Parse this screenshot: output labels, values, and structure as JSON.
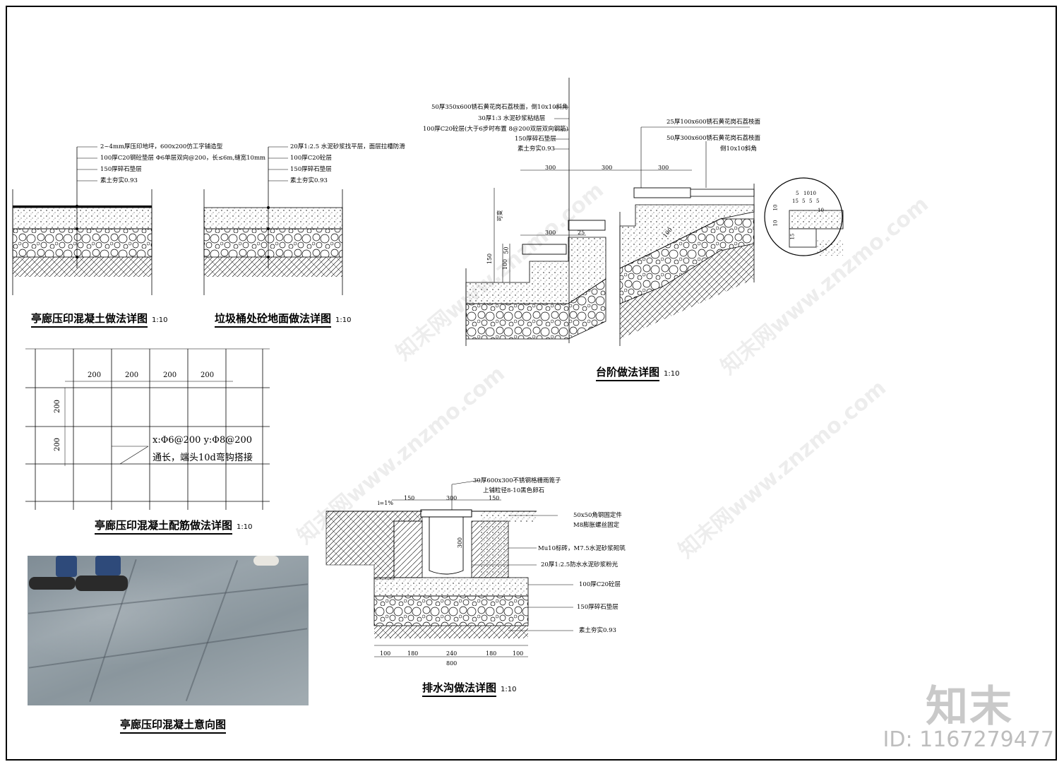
{
  "titles": {
    "stamped_concrete": "亭廊压印混凝土做法详图",
    "bin_area": "垃圾桶处砼地面做法详图",
    "steps": "台阶做法详图",
    "rebar": "亭廊压印混凝土配筋做法详图",
    "photo": "亭廊压印混凝土意向图",
    "drain": "排水沟做法详图",
    "scale": "1:10"
  },
  "notes": {
    "stamped": [
      "2~4mm厚压印地坪，600x200仿工字铺造型",
      "100厚C20钢砼垫层 Φ6单层双向@200，长≤6m,缝宽10mm",
      "150厚碎石垫层",
      "素土夯实0.93"
    ],
    "bin": [
      "20厚1:2.5 水泥砂浆找平层，面层拉槽防滑",
      "100厚C20砼层",
      "150厚碎石垫层",
      "素土夯实0.93"
    ],
    "steps_left": [
      "50厚350x600锈石黄花岗石荔枝面，倒10x10斜角",
      "30厚1:3 水泥砂浆粘结层",
      "100厚C20砼层(大于6步时布置  8@200双层双向钢筋)",
      "150厚碎石垫层",
      "素土夯实0.93"
    ],
    "steps_right": [
      "25厚100x600锈石黄花岗石荔枝面",
      "50厚300x600锈石黄花岗石荔枝面",
      "倒10x10斜角"
    ],
    "drain_top": [
      "30厚600x300不锈钢格栅雨篦子",
      "上铺粒径8-10黑色卵石"
    ],
    "drain_right": [
      "50x50角钢固定件",
      "M8膨胀螺丝固定",
      "Mu10标砖，M7.5水泥砂浆砌筑",
      "20厚1:2.5防水水泥砂浆粉光",
      "100厚C20砼层",
      "150厚碎石垫层",
      "素土夯实0.93"
    ]
  },
  "dims": {
    "steps": [
      "300",
      "300",
      "300",
      "300",
      "可变",
      "150",
      "100",
      "50",
      "25",
      "100"
    ],
    "rebar_h": [
      "200",
      "200",
      "200",
      "200"
    ],
    "rebar_v": [
      "200",
      "200"
    ],
    "rebar_spec": "x:Φ6@200 y:Φ8@200",
    "rebar_note": "通长，端头10d弯钩搭接",
    "drain_top": [
      "150",
      "300",
      "150"
    ],
    "drain_bottom": [
      "100",
      "180",
      "240",
      "180",
      "100"
    ],
    "drain_total": "800",
    "drain_depth": "300",
    "drain_slope": "i=1%",
    "detail_circle": [
      "5",
      "10",
      "10",
      "10",
      "15",
      "5",
      "5",
      "5",
      "10",
      "15",
      "10"
    ]
  },
  "watermark": {
    "text": "知末网www.znzmo.com",
    "logo": "知末",
    "id": "ID: 1167279477"
  }
}
